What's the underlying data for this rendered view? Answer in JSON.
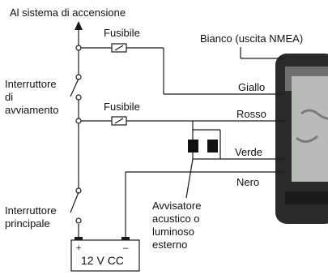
{
  "labels": {
    "ignition_system": "Al sistema di accensione",
    "fuse_top": "Fusibile",
    "white_nmea": "Bianco (uscita NMEA)",
    "ignition_switch": "Interruttore\ndi\navviamento",
    "yellow": "Giallo",
    "fuse_middle": "Fusibile",
    "red": "Rosso",
    "green": "Verde",
    "black": "Nero",
    "main_switch": "Interruttore\nprincipale",
    "alarm": "Avvisatore\nacustico o\nluminoso\nesterno",
    "battery": "12 V CC",
    "battery_plus": "+",
    "battery_minus": "–"
  },
  "colors": {
    "line": "#1a1a1a",
    "device_body": "#2a2a2a",
    "device_screen": "#b9bbb8",
    "alarm_block": "#111111"
  }
}
